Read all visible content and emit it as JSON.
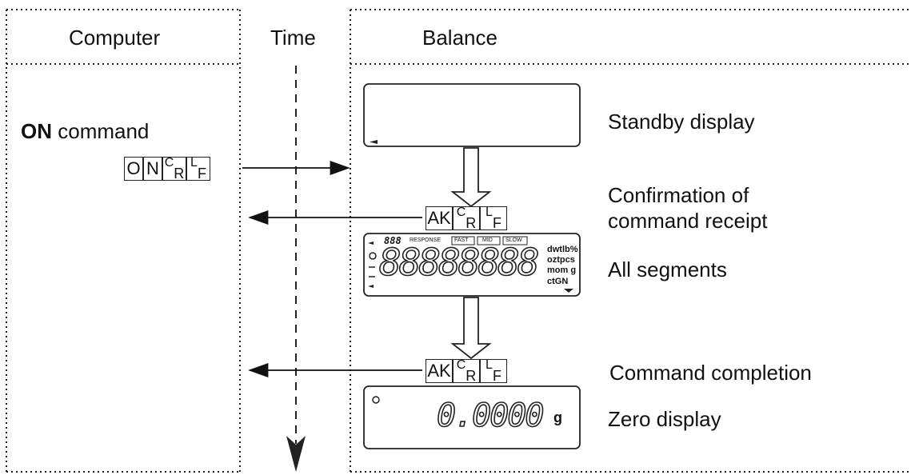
{
  "title_partial": "(                    display)",
  "columns": {
    "computer": "Computer",
    "time": "Time",
    "balance": "Balance"
  },
  "computer_side": {
    "command_label_bold": "ON",
    "command_label_rest": "command",
    "command_chars": [
      "O",
      "N",
      "C",
      "R",
      "L",
      "F"
    ]
  },
  "responses": {
    "receipt_chars": [
      "AK",
      "C",
      "R",
      "L",
      "F"
    ],
    "completion_chars": [
      "AK",
      "C",
      "R",
      "L",
      "F"
    ]
  },
  "balance_states": {
    "standby": "Standby display",
    "confirmation_line1": "Confirmation of",
    "confirmation_line2": "command receipt",
    "all_segments": "All segments",
    "command_completion": "Command completion",
    "zero": "Zero display"
  },
  "lcd_all": {
    "top_digits": "888",
    "response": "RESPONSE",
    "fast": "FAST",
    "mid": "MID",
    "slow": "SLOW",
    "main_digits": "88888888",
    "units_1": "dwtlb%",
    "units_2": "oztpcs",
    "units_3": "mom g",
    "units_4": "ctGN"
  },
  "lcd_zero": {
    "value": "0.0000",
    "unit": "g"
  }
}
